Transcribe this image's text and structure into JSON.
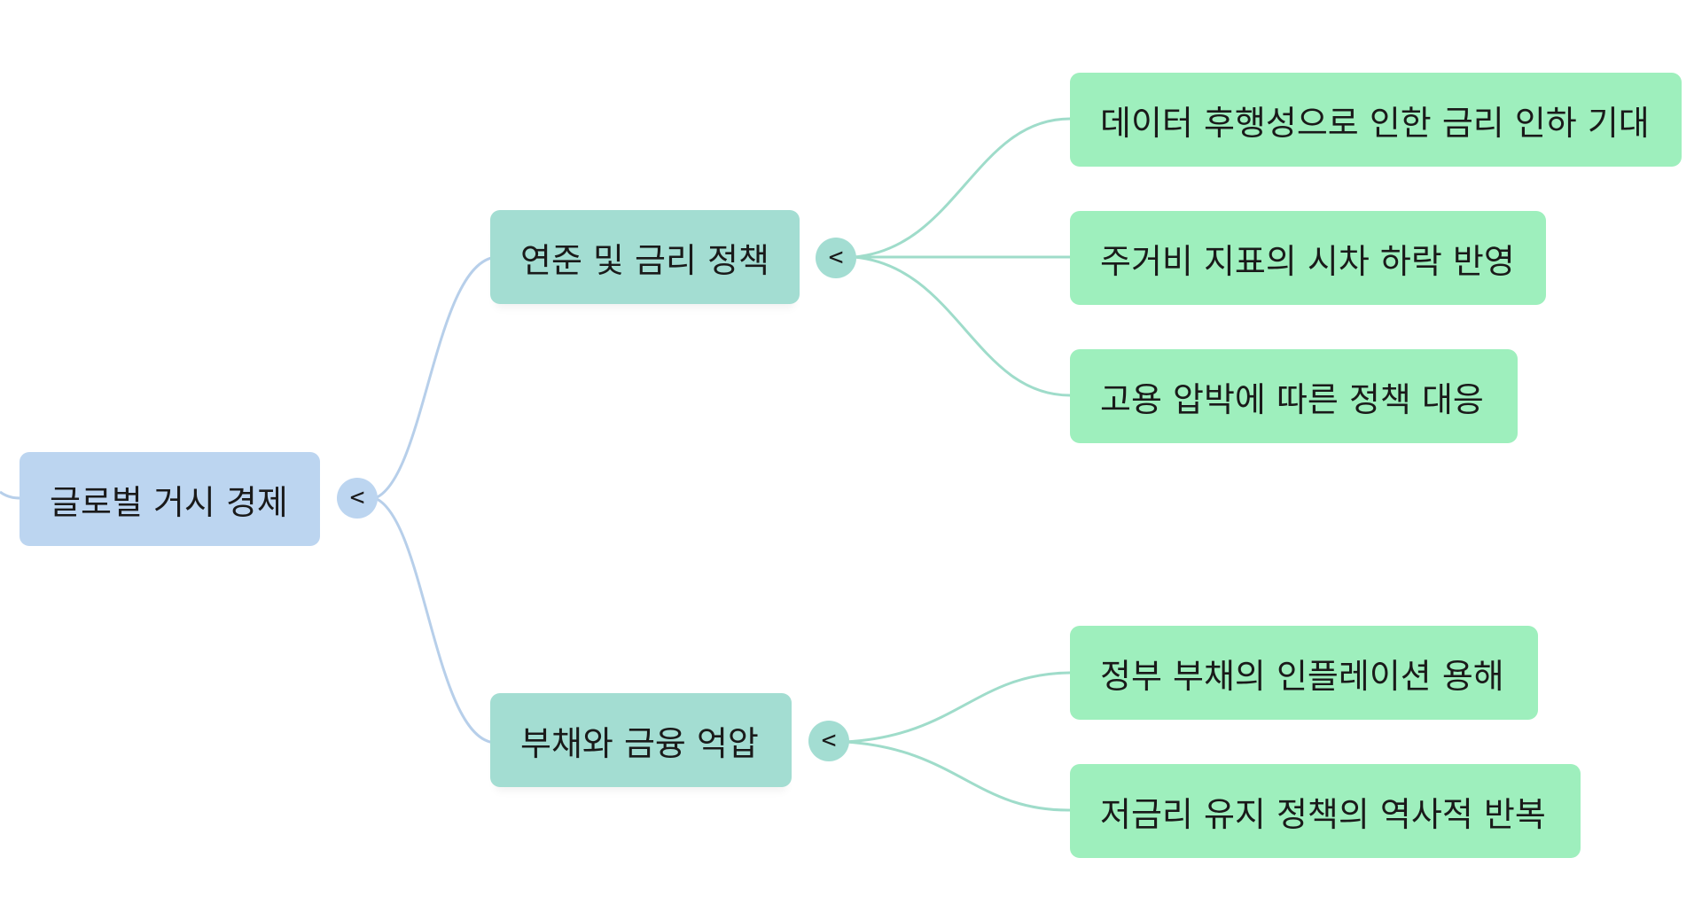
{
  "colors": {
    "root": "#bcd5f0",
    "branch": "#a3ddd2",
    "leaf": "#9eefbd",
    "root_link": "#b7cfea",
    "branch_link": "#9fdcca"
  },
  "root": {
    "label": "글로벌 거시 경제",
    "toggle": "<"
  },
  "branches": [
    {
      "label": "연준 및 금리 정책",
      "toggle": "<",
      "leaves": [
        "데이터 후행성으로 인한 금리 인하 기대",
        "주거비 지표의 시차 하락 반영",
        "고용 압박에 따른 정책 대응"
      ]
    },
    {
      "label": "부채와 금융 억압",
      "toggle": "<",
      "leaves": [
        "정부 부채의 인플레이션 용해",
        "저금리 유지 정책의 역사적 반복"
      ]
    }
  ]
}
